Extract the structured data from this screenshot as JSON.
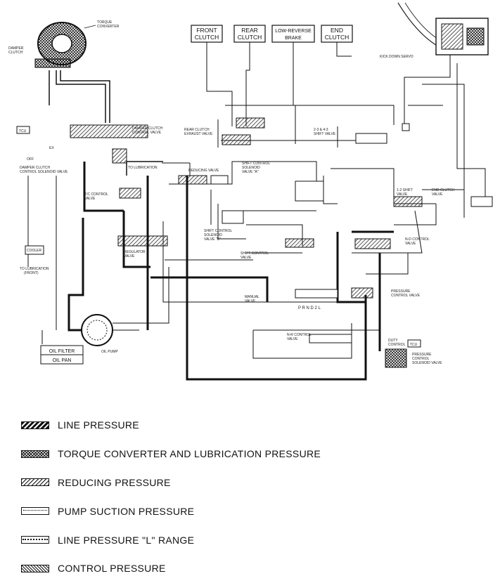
{
  "boxes": {
    "front_clutch": [
      "FRONT",
      "CLUTCH"
    ],
    "rear_clutch": [
      "REAR",
      "CLUTCH"
    ],
    "low_reverse_brake": [
      "LOW-REVERSE",
      "BRAKE"
    ],
    "end_clutch": [
      "END",
      "CLUTCH"
    ],
    "tcu_top": "TCU",
    "tcu_right": "TCU",
    "cooler": "COOLER",
    "oil_filter": "OIL FILTER",
    "oil_pan": "OIL PAN"
  },
  "labels": {
    "torque_converter": [
      "TORQUE",
      "CONVERTER"
    ],
    "damper_clutch": [
      "DAMPER",
      "CLUTCH"
    ],
    "kickdown_servo": "KICK DOWN SERVO",
    "damper_clutch_control_valve": [
      "DAMPER CLUTCH",
      "CONTROL VALVE"
    ],
    "damper_clutch_control_solenoid_valve": [
      "DAMPER CLUTCH",
      "CONTROL SOLENOID VALVE"
    ],
    "off": "OFF",
    "ex": "EX",
    "to_lubrication": "TO LUBRICATION",
    "tcc_control_valve": [
      "T/C CONTROL",
      "VALVE"
    ],
    "rear_clutch_exhaust_valve": [
      "REAR CLUTCH",
      "EXHAUST VALVE"
    ],
    "reducing_valve": [
      "REDUCING",
      "VALVE"
    ],
    "shift_valve_2_3_4_3": [
      "2-3 & 4-3",
      "SHIFT VALVE"
    ],
    "shift_control_solenoid_valve_a": [
      "SHIFT CONTROL",
      "SOLENOID",
      "VALVE \"A\""
    ],
    "shift_control_solenoid_valve_b": [
      "SHIFT CONTROL",
      "SOLENOID",
      "VALVE \"B\""
    ],
    "shift_control_valve": [
      "SHIFT CONTROL",
      "VALVE"
    ],
    "shift_valve_1_2": [
      "1-2 SHIFT",
      "VALVE"
    ],
    "end_clutch_valve": [
      "END CLUTCH",
      "VALVE"
    ],
    "nd_control_valve": [
      "N-D CONTROL",
      "VALVE"
    ],
    "regulator_valve": [
      "REGULATOR",
      "VALVE"
    ],
    "to_lubrication_front": [
      "TO LUBRICATION",
      "(FRONT)"
    ],
    "pressure_control_valve": [
      "PRESSURE",
      "CONTROL VALVE"
    ],
    "manual_valve": [
      "MANUAL",
      "VALVE"
    ],
    "prndl": "P R N D 2 L",
    "nr_control_valve": [
      "N-R CONTROL",
      "VALVE"
    ],
    "pressure_control_solenoid_valve": [
      "PRESSURE",
      "CONTROL",
      "SOLENOID VALVE"
    ],
    "duty_control": [
      "DUTY",
      "CONTROL"
    ],
    "oil_pump": "OIL PUMP"
  },
  "legend": [
    {
      "key": "line",
      "label": "LINE PRESSURE"
    },
    {
      "key": "torque",
      "label": "TORQUE CONVERTER AND LUBRICATION PRESSURE"
    },
    {
      "key": "reducing",
      "label": "REDUCING PRESSURE"
    },
    {
      "key": "suction",
      "label": "PUMP SUCTION PRESSURE"
    },
    {
      "key": "lrange",
      "label": "LINE PRESSURE \"L\" RANGE"
    },
    {
      "key": "control",
      "label": "CONTROL PRESSURE"
    }
  ]
}
